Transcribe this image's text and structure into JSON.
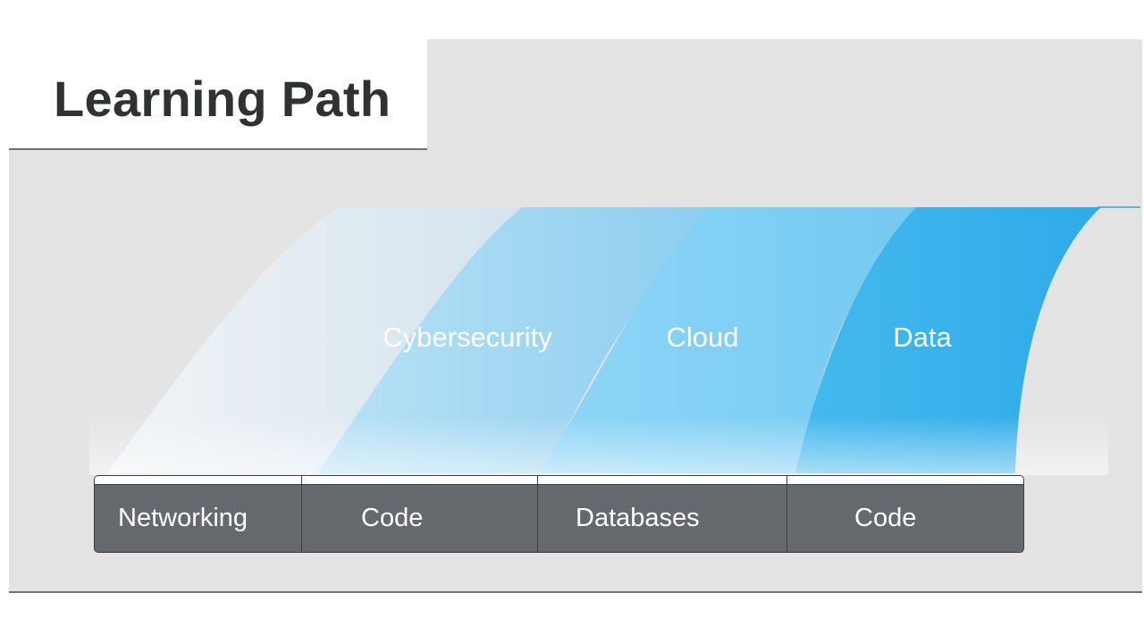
{
  "title": "Learning Path",
  "colors": {
    "panel": "#e4e4e4",
    "bar": "#65696d",
    "wave_light": "#dbe7ef",
    "wave_mid": "#8fcff0",
    "wave_bright": "#7dcff5",
    "wave_strong": "#33aeea"
  },
  "tracks": [
    {
      "label": ""
    },
    {
      "label": "Cybersecurity"
    },
    {
      "label": "Cloud"
    },
    {
      "label": "Data"
    }
  ],
  "foundations": [
    {
      "label": "Networking"
    },
    {
      "label": "Code"
    },
    {
      "label": "Databases"
    },
    {
      "label": "Code"
    }
  ]
}
